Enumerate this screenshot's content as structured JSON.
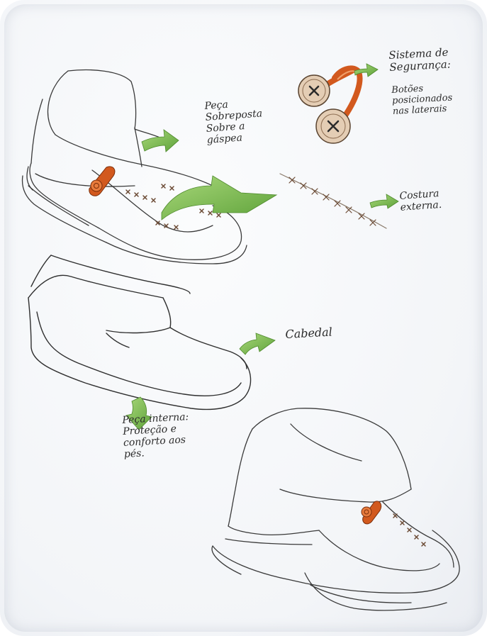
{
  "annotations": {
    "peca_sobreposta": "Peça\nSobreposta\nSobre a\ngáspea",
    "sistema_seguranca_title": "Sistema de\nSegurança:",
    "sistema_seguranca_desc": "Botões\nposicionados\nnas laterais",
    "costura_externa": "Costura\nexterna.",
    "cabedal": "Cabedal",
    "peca_interna": "Peça interna:\nProteção e\nconforto aos\npés."
  },
  "colors": {
    "paper": "#f6f8fa",
    "pencil": "#3a3a3a",
    "arrow_green": "#7bbf4a",
    "button_orange": "#d2591e",
    "button_beige": "#e4cdb4",
    "stitch_brown": "#6b4a34"
  },
  "icons": [
    "arrow-icon",
    "button-icon",
    "stitch-icon"
  ]
}
